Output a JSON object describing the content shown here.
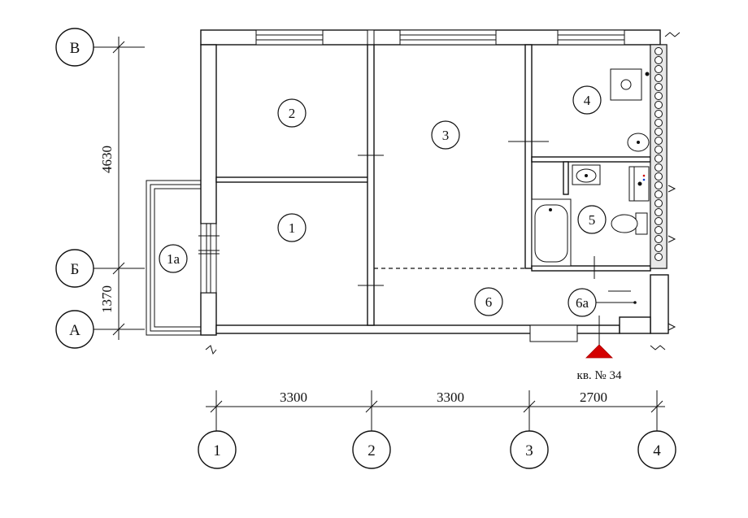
{
  "axes_letter": [
    {
      "label": "В"
    },
    {
      "label": "Б"
    },
    {
      "label": "А"
    }
  ],
  "axes_number": [
    {
      "label": "1"
    },
    {
      "label": "2"
    },
    {
      "label": "3"
    },
    {
      "label": "4"
    }
  ],
  "dimensions_horizontal": [
    "3300",
    "3300",
    "2700"
  ],
  "dimensions_vertical": [
    "4630",
    "1370"
  ],
  "rooms": [
    {
      "label": "1"
    },
    {
      "label": "1а"
    },
    {
      "label": "2"
    },
    {
      "label": "3"
    },
    {
      "label": "4"
    },
    {
      "label": "5"
    },
    {
      "label": "6"
    },
    {
      "label": "6а"
    }
  ],
  "apartment_label": "кв. № 34",
  "colors": {
    "lines": "#111111",
    "marker": "#d40000"
  }
}
